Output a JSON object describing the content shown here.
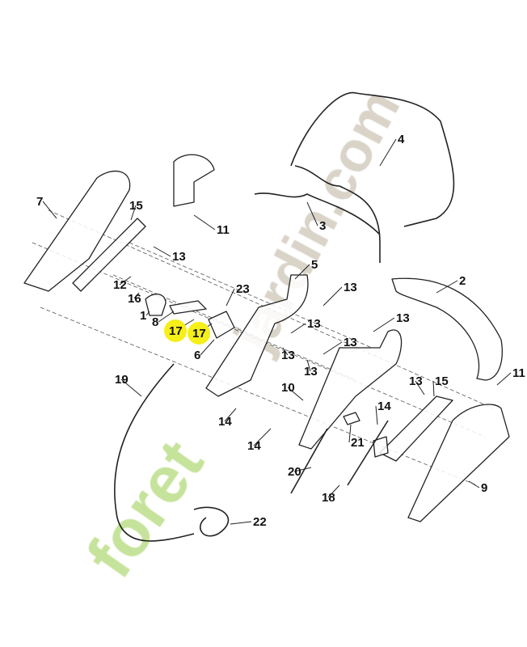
{
  "watermark": {
    "part1": "foret",
    "part2": "jardin.com",
    "color1": "#c5e39a",
    "color2": "#d9d3c8"
  },
  "highlight_color": "#f5ef1a",
  "callouts": [
    "4",
    "7",
    "15",
    "11",
    "3",
    "13",
    "5",
    "2",
    "12",
    "16",
    "23",
    "13",
    "1",
    "8",
    "17",
    "17",
    "13",
    "6",
    "13",
    "13",
    "13",
    "13",
    "19",
    "10",
    "13",
    "15",
    "11",
    "14",
    "14",
    "21",
    "14",
    "20",
    "18",
    "9",
    "22"
  ],
  "highlighted_callouts": [
    14,
    15
  ]
}
